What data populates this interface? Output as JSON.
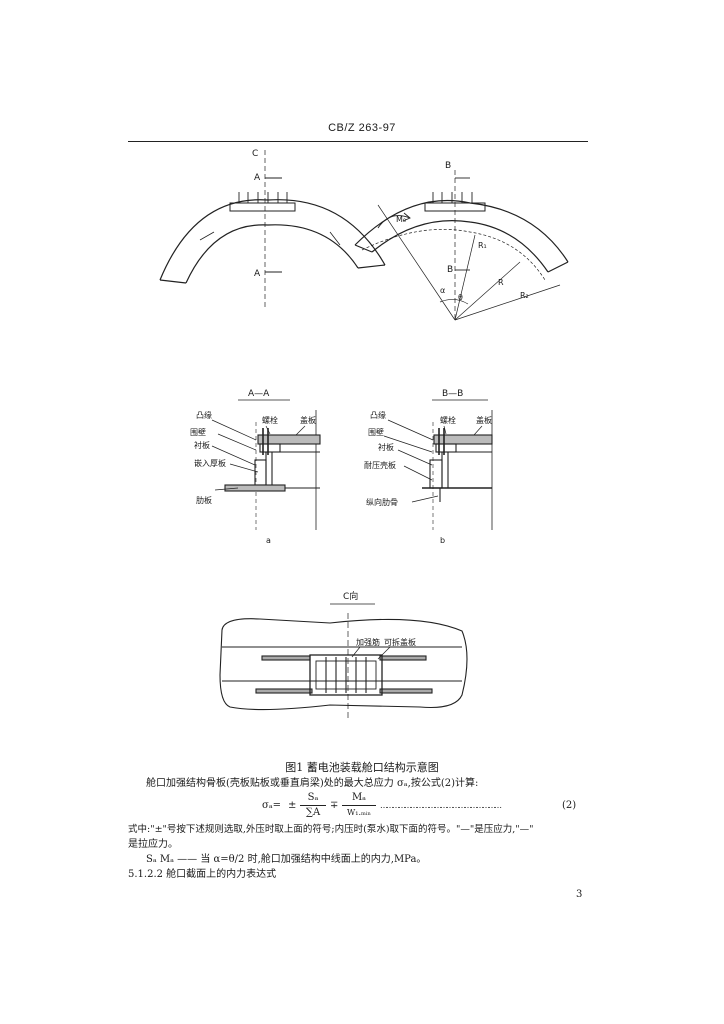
{
  "header": {
    "code": "CB/Z 263-97"
  },
  "fig_top": {
    "left": {
      "label_c": "C",
      "label_a_top": "A",
      "label_a_bottom": "A"
    },
    "right": {
      "label_b_top": "B",
      "label_b_bottom": "B",
      "label_mo": "M₀",
      "label_r1": "R₁",
      "label_r": "R",
      "label_r2": "R₂",
      "label_theta": "θ",
      "label_alpha": "α"
    }
  },
  "section_aa": {
    "title": "A—A",
    "labels": [
      "凸缘",
      "围壁",
      "衬板",
      "嵌入厚板",
      "肋板"
    ],
    "label_bolt": "螺栓",
    "label_plate": "盖板",
    "sub": "a"
  },
  "section_bb": {
    "title": "B—B",
    "labels": [
      "凸缘",
      "围壁",
      "衬板",
      "耐压壳板",
      "纵向肋骨"
    ],
    "label_bolt": "螺栓",
    "label_plate": "盖板",
    "sub": "b"
  },
  "view_c": {
    "title": "C向",
    "label_stiffener": "加强筋",
    "label_cover": "可拆盖板"
  },
  "caption": "图1  蓄电池装载舱口结构示意图",
  "paragraphs": {
    "intro": "舱口加强结构骨板(壳板贴板或垂直肩梁)处的最大总应力 σₐ,按公式(2)计算:",
    "formula_lhs": "σₐ=",
    "formula_sign": "±",
    "formula_frac1_num": "Sₐ",
    "formula_frac1_den": "∑A",
    "formula_sign2": "∓",
    "formula_frac2_num": "Mₐ",
    "formula_frac2_den": "W₁.ₘᵢₙ",
    "formula_dots": "……………………………………………………",
    "formula_num": "(2)",
    "line1": "式中:\"±\"号按下述规则选取,外压时取上面的符号;内压时(泵水)取下面的符号。\"—\"是压应力,\"—\"",
    "line2": "是拉应力。",
    "line3": "Sₐ Mₐ —— 当 α=θ/2 时,舱口加强结构中线面上的内力,MPa。",
    "section": "5.1.2.2  舱口截面上的内力表达式"
  },
  "page_number": "3"
}
